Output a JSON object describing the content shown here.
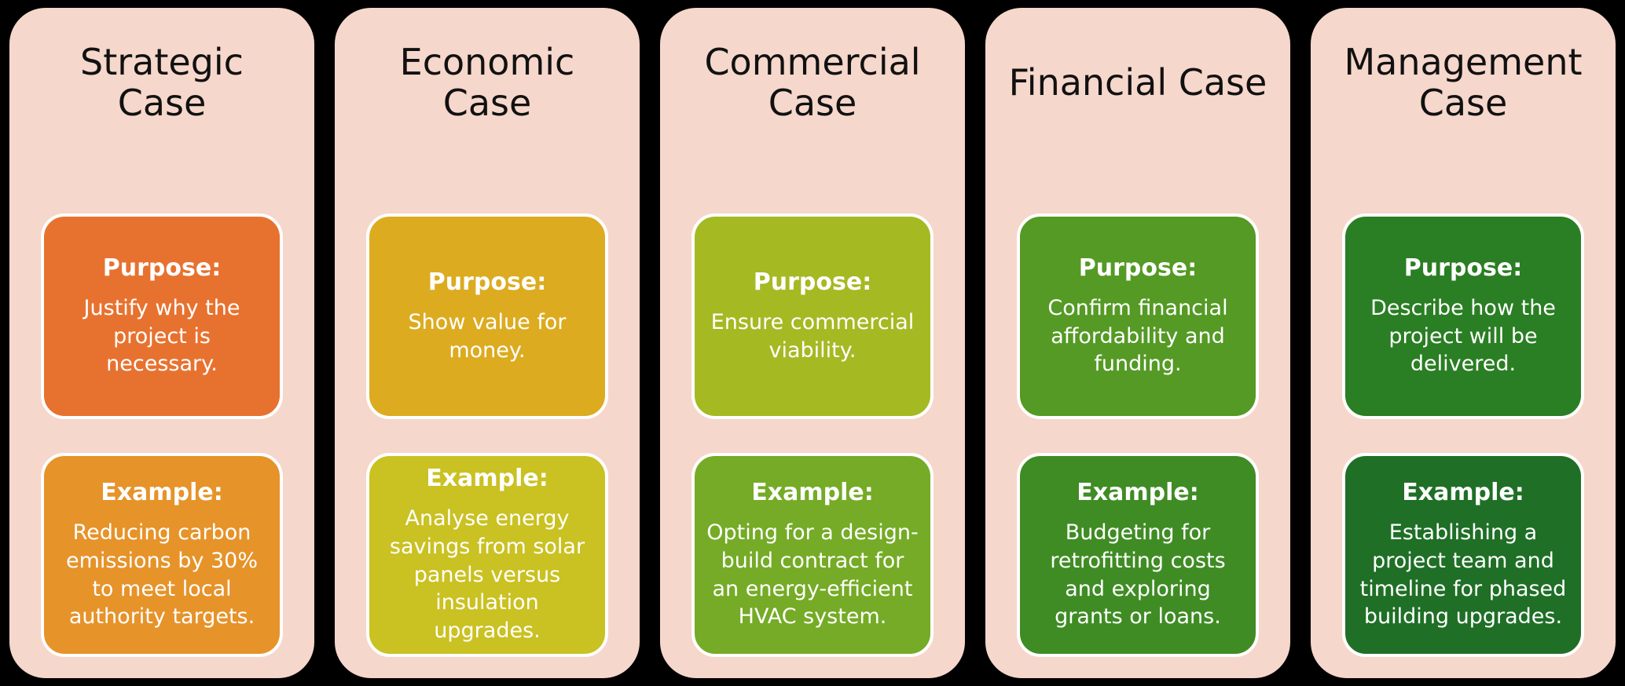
{
  "palette": {
    "page_bg": "#000000",
    "column_bg": "#F6D7CC",
    "title_color": "#111111",
    "box_text_color": "#FFFFFF",
    "box_border_color": "#FFFFFF"
  },
  "columns": [
    {
      "title": "Strategic Case",
      "purpose": {
        "label": "Purpose:",
        "text": "Justify why the project is necessary.",
        "color": "#E7722F"
      },
      "example": {
        "label": "Example:",
        "text": "Reducing carbon emissions by 30% to meet local authority targets.",
        "color": "#E6932A"
      }
    },
    {
      "title": "Economic Case",
      "purpose": {
        "label": "Purpose:",
        "text": "Show value for money.",
        "color": "#DCAB20"
      },
      "example": {
        "label": "Example:",
        "text": "Analyse energy savings from solar panels versus insulation upgrades.",
        "color": "#CAC122"
      }
    },
    {
      "title": "Commercial Case",
      "purpose": {
        "label": "Purpose:",
        "text": "Ensure commercial viability.",
        "color": "#A5B923"
      },
      "example": {
        "label": "Example:",
        "text": "Opting for a design-build contract for an energy-efficient HVAC system.",
        "color": "#75AB26"
      }
    },
    {
      "title": "Financial Case",
      "purpose": {
        "label": "Purpose:",
        "text": "Confirm financial affordability and funding.",
        "color": "#549A24"
      },
      "example": {
        "label": "Example:",
        "text": "Budgeting for retrofitting costs and exploring grants or loans.",
        "color": "#3F8C24"
      }
    },
    {
      "title": "Management Case",
      "purpose": {
        "label": "Purpose:",
        "text": "Describe how the project will be delivered.",
        "color": "#2A7E23"
      },
      "example": {
        "label": "Example:",
        "text": "Establishing a project team and timeline for phased building upgrades.",
        "color": "#1F6F26"
      }
    }
  ]
}
